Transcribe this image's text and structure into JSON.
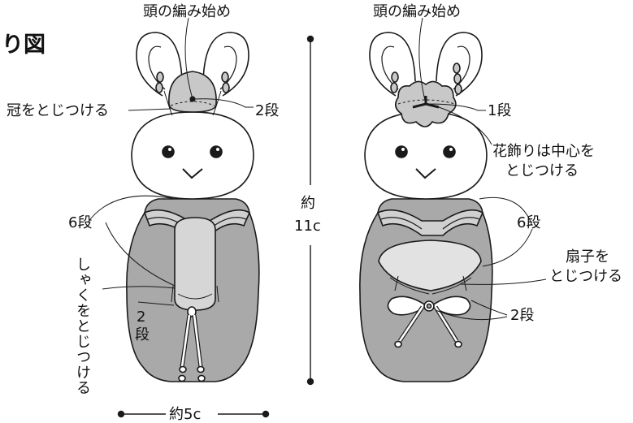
{
  "title": "り図",
  "left_doll": {
    "head_start": "頭の編み始め",
    "crown_attach": "冠をとじつける",
    "crown_rows": "2段",
    "body_rows": "6段",
    "shaku_attach": "しゃくをとじつける",
    "shaku_rows_num": "2",
    "shaku_rows_unit": "段",
    "width": "約5c"
  },
  "height": {
    "line1": "約",
    "line2": "11c"
  },
  "right_doll": {
    "head_start": "頭の編み始め",
    "flower_rows": "1段",
    "flower_attach_line1": "花飾りは中心を",
    "flower_attach_line2": "とじつける",
    "body_rows": "6段",
    "fan_attach_line1": "扇子を",
    "fan_attach_line2": "とじつける",
    "fan_rows": "2段"
  },
  "colors": {
    "robe_gray": "#a9a9a9",
    "collar_gray": "#c4c4c4",
    "light_gray": "#d6d6d6",
    "line": "#1a1a1a",
    "white": "#ffffff"
  }
}
